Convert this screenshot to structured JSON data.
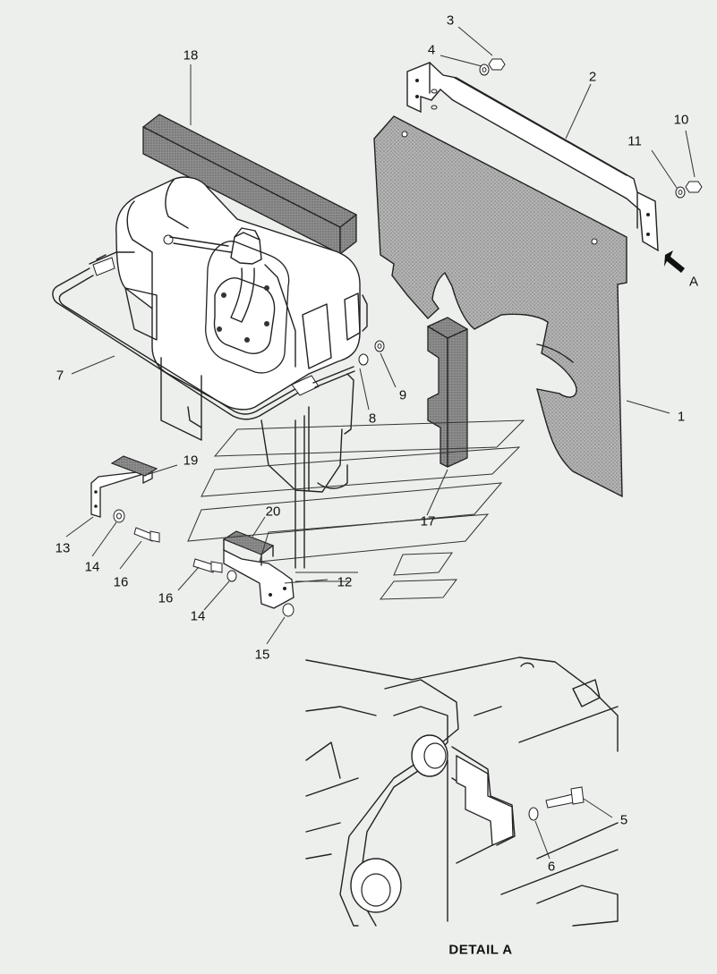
{
  "callouts": {
    "c1": "1",
    "c2": "2",
    "c3": "3",
    "c4": "4",
    "c5": "5",
    "c6": "6",
    "c7": "7",
    "c8": "8",
    "c9": "9",
    "c10": "10",
    "c11": "11",
    "c12": "12",
    "c13": "13",
    "c14a": "14",
    "c14b": "14",
    "c15": "15",
    "c16a": "16",
    "c16b": "16",
    "c17": "17",
    "c18": "18",
    "c19": "19",
    "c20": "20"
  },
  "view_arrow_label": "A",
  "detail_title": "DETAIL A",
  "colors": {
    "background": "#ecefec",
    "line": "#222222",
    "hatch_fill": "#9a9a9a",
    "panel_fill": "#a8a8a8",
    "part_fill": "#ffffff"
  }
}
